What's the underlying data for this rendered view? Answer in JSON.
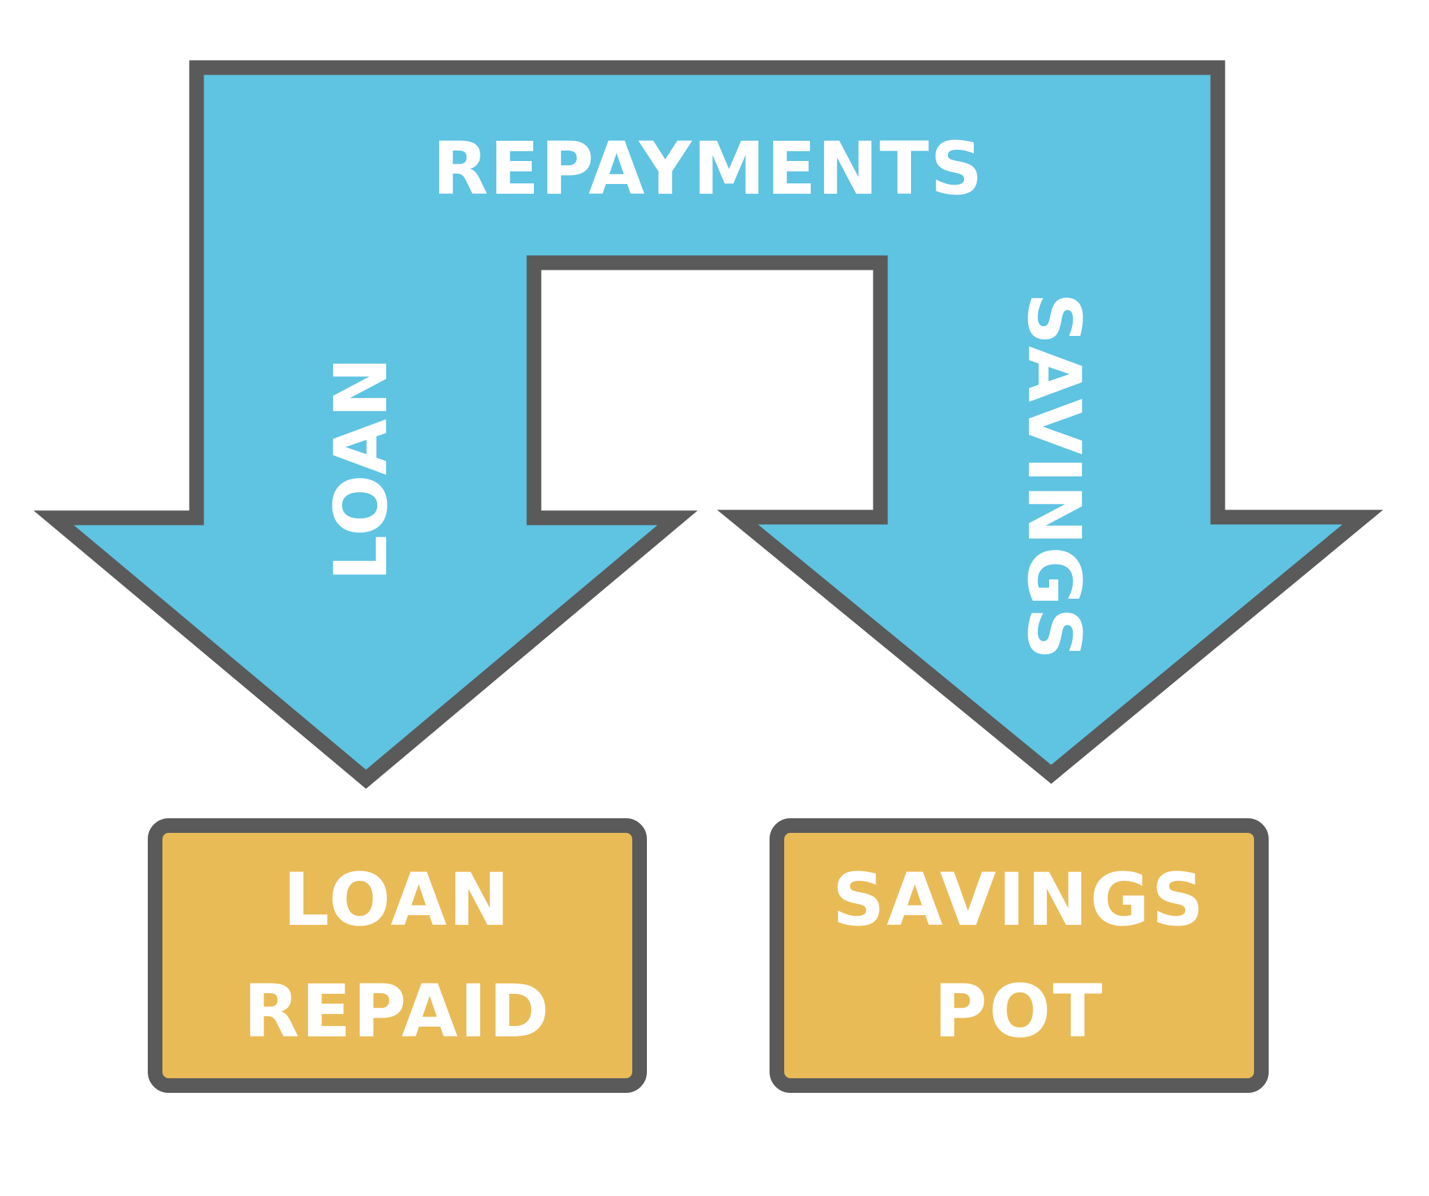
{
  "flow": {
    "top_label": "REPAYMENTS",
    "left_label": "LOAN",
    "right_label": "SAVINGS"
  },
  "outcomes": {
    "left": {
      "line1": "LOAN",
      "line2": "REPAID"
    },
    "right": {
      "line1": "SAVINGS",
      "line2": "POT"
    }
  },
  "colors": {
    "arrow": "#5fc3e2",
    "box": "#e9bb57",
    "outline": "#5a5a5a"
  }
}
